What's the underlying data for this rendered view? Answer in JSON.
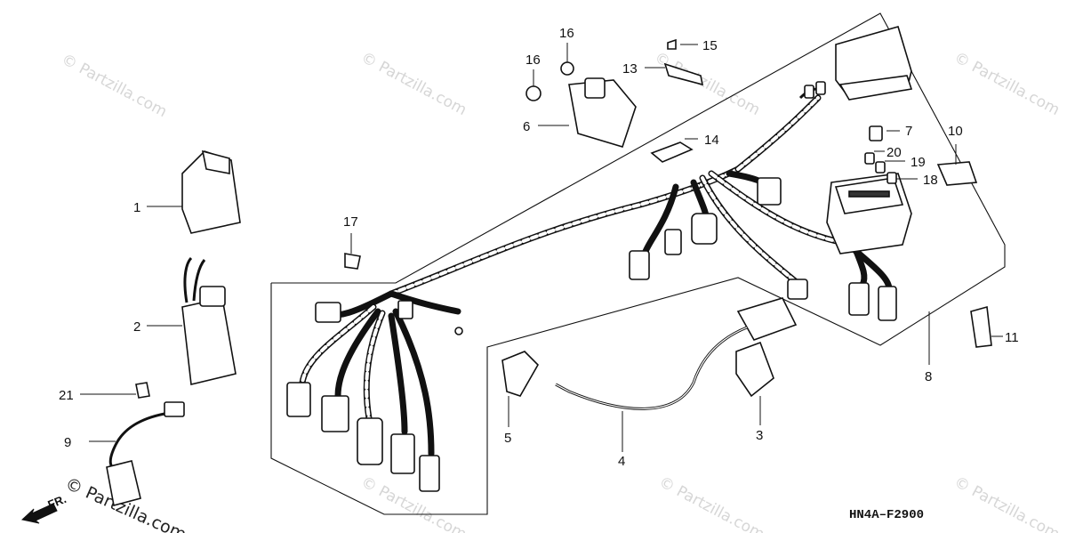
{
  "diagram_code": "HN4A–F2900",
  "direction_label": "FR.",
  "watermark_text": "© Partzilla.com",
  "callouts": [
    "1",
    "2",
    "3",
    "4",
    "5",
    "6",
    "7",
    "8",
    "9",
    "10",
    "11",
    "13",
    "14",
    "15",
    "16",
    "16",
    "17",
    "18",
    "19",
    "20",
    "21"
  ]
}
